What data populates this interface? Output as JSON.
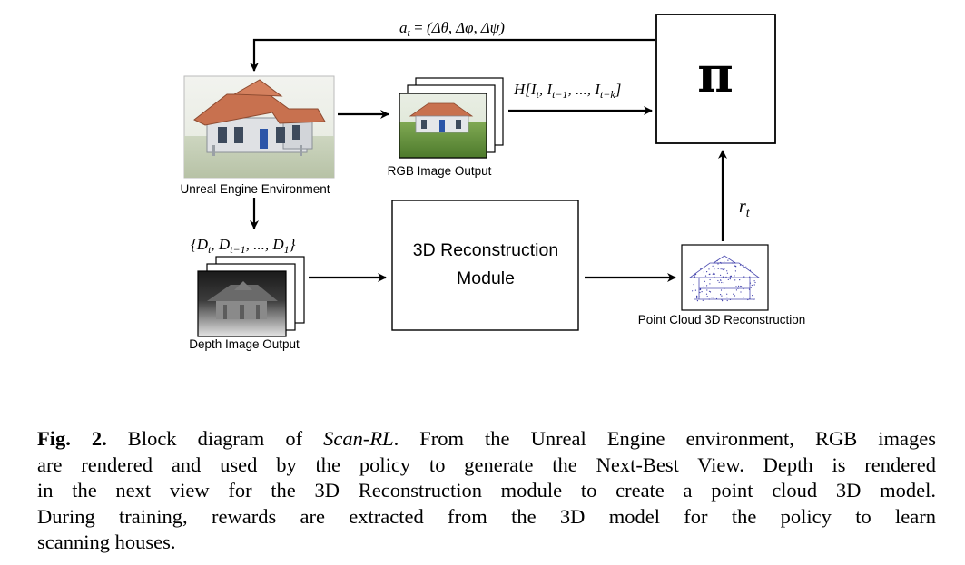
{
  "diagram": {
    "action_label": "a_t = (Δθ, Δφ, Δψ)",
    "action_label_parts": {
      "lhs": "a",
      "sub": "t",
      "eq": " = ",
      "rhs": "(Δθ, Δφ, Δψ)"
    },
    "history_label_parts": {
      "pre": "H[I",
      "s1": "t",
      "m1": ", I",
      "s2": "t−1",
      "m2": ", ..., I",
      "s3": "t−k",
      "post": "]"
    },
    "depth_set_label_parts": {
      "pre": "{D",
      "s1": "t",
      "m1": ", D",
      "s2": "t−1",
      "m2": ", ..., D",
      "s3": "1",
      "post": "}"
    },
    "reward_label_parts": {
      "r": "r",
      "sub": "t"
    },
    "policy_symbol": "π",
    "unreal_env_label": "Unreal Engine Environment",
    "rgb_output_label": "RGB Image Output",
    "depth_output_label": "Depth Image Output",
    "recon_module_label_line1": "3D Reconstruction",
    "recon_module_label_line2": "Module",
    "point_cloud_label": "Point Cloud 3D Reconstruction"
  },
  "caption": {
    "prefix": "Fig. 2.",
    "lines": [
      {
        "pre": " Block diagram of ",
        "em": "Scan-RL",
        "post": ". From the Unreal Engine environment, RGB images"
      },
      {
        "text": "are rendered and used by the policy to generate the Next-Best View. Depth is rendered"
      },
      {
        "text": "in the next view for the 3D Reconstruction module to create a point cloud 3D model."
      },
      {
        "text": "During training, rewards are extracted from the 3D model for the policy to learn"
      },
      {
        "text": "scanning houses."
      }
    ]
  },
  "colors": {
    "roof": "#c8714f",
    "grass": "#5e8a3a",
    "sky": "#eef1ea",
    "pointcloud": "#3a3aa8",
    "line": "#000000"
  }
}
